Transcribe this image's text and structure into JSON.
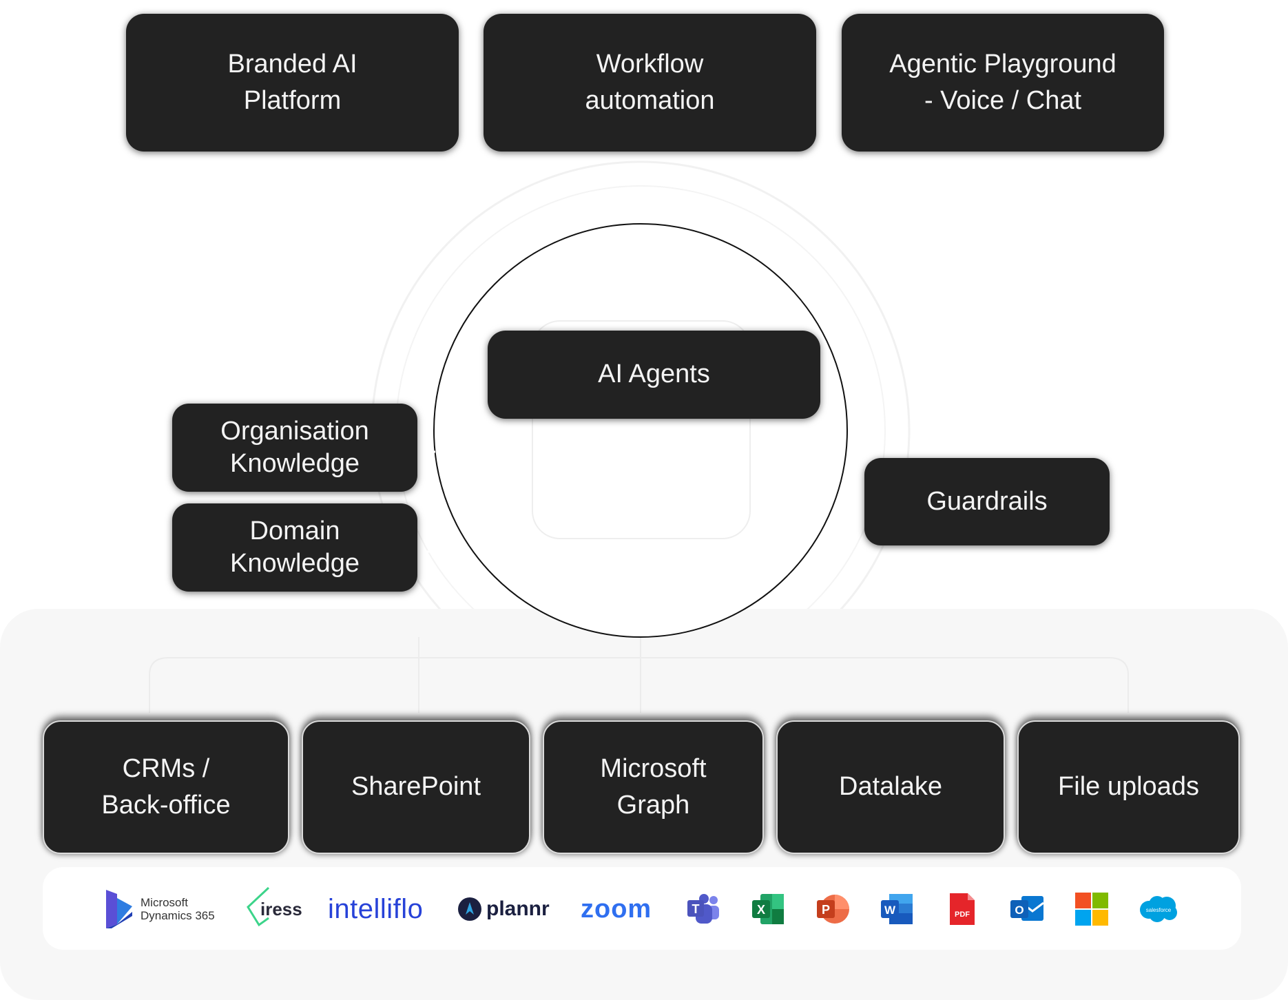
{
  "top_boxes": [
    {
      "lines": [
        "Branded AI",
        "Platform"
      ]
    },
    {
      "lines": [
        "Workflow",
        "automation"
      ]
    },
    {
      "lines": [
        "Agentic Playground",
        "- Voice / Chat"
      ]
    }
  ],
  "center": {
    "label": "AI Agents"
  },
  "left_boxes": [
    {
      "lines": [
        "Organisation",
        "Knowledge"
      ]
    },
    {
      "lines": [
        "Domain",
        "Knowledge"
      ]
    }
  ],
  "right_box": {
    "label": "Guardrails"
  },
  "sources": [
    {
      "lines": [
        "CRMs /",
        "Back-office"
      ]
    },
    {
      "lines": [
        "SharePoint"
      ]
    },
    {
      "lines": [
        "Microsoft",
        "Graph"
      ]
    },
    {
      "lines": [
        "Datalake"
      ]
    },
    {
      "lines": [
        "File uploads"
      ]
    }
  ],
  "logos": {
    "dynamics": {
      "line1": "Microsoft",
      "line2": "Dynamics 365"
    },
    "iress": "iress",
    "intelliflo": "intelliflo",
    "plannr": "plannr",
    "zoom": "zoom",
    "teams_letter": "T",
    "excel_letter": "X",
    "powerpoint_letter": "P",
    "word_letter": "W",
    "pdf_label": "PDF",
    "outlook_letter": "O",
    "salesforce": "salesforce"
  }
}
